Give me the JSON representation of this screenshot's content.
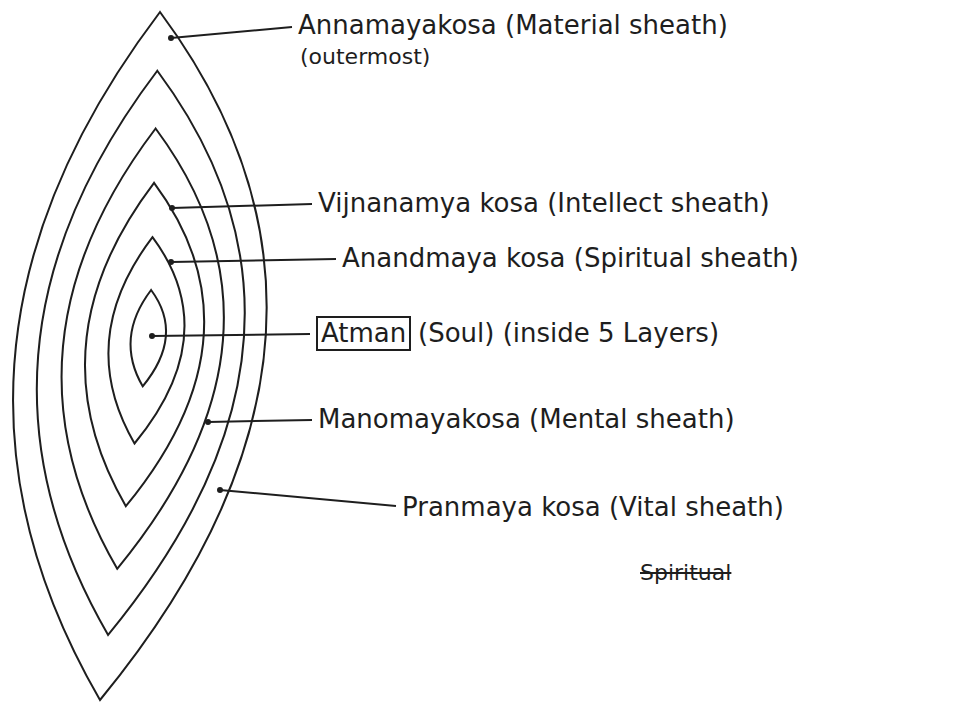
{
  "diagram": {
    "labels": [
      "Annamayakosa (Material sheath)",
      "(outermost)",
      "Vijnanamya kosa (Intellect sheath)",
      "Anandmaya kosa (Spiritual sheath)",
      "Atman",
      "(Soul) (inside 5 Layers)",
      "Manomayakosa (Mental sheath)",
      "Pranmaya kosa (Vital sheath)",
      "Spiritual"
    ]
  }
}
